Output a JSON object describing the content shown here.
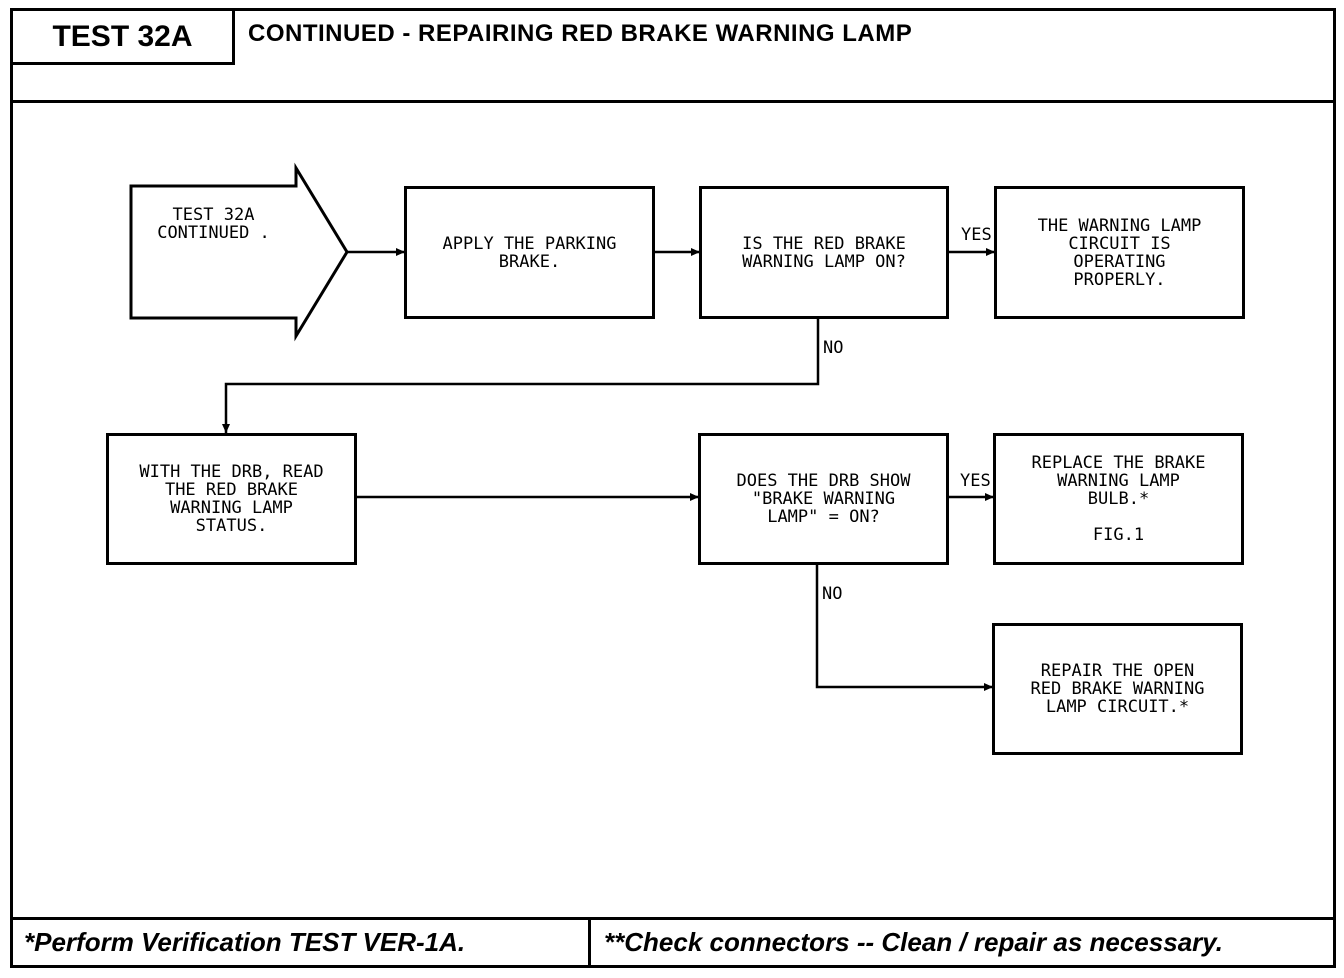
{
  "header": {
    "test_id": "TEST 32A",
    "title": "CONTINUED - REPAIRING RED BRAKE WARNING LAMP"
  },
  "flow": {
    "start": "TEST 32A\nCONTINUED .",
    "step_apply": "APPLY THE PARKING\nBRAKE.",
    "question_lamp_on": "IS THE RED BRAKE\nWARNING LAMP ON?",
    "result_ok": "THE WARNING LAMP\nCIRCUIT IS\nOPERATING\nPROPERLY.",
    "step_read_drb": "WITH THE DRB, READ\nTHE RED BRAKE\nWARNING LAMP\nSTATUS.",
    "question_drb": "DOES THE DRB SHOW\n\"BRAKE WARNING\nLAMP\" = ON?",
    "result_replace_bulb": "REPLACE THE BRAKE\nWARNING LAMP\nBULB.*",
    "result_replace_fig": "FIG.1",
    "result_repair_circuit": "REPAIR THE OPEN\nRED BRAKE WARNING\nLAMP CIRCUIT.*",
    "label_yes": "YES",
    "label_no": "NO"
  },
  "footer": {
    "left": "*Perform Verification TEST VER-1A.",
    "right": "**Check connectors -- Clean / repair as necessary."
  }
}
